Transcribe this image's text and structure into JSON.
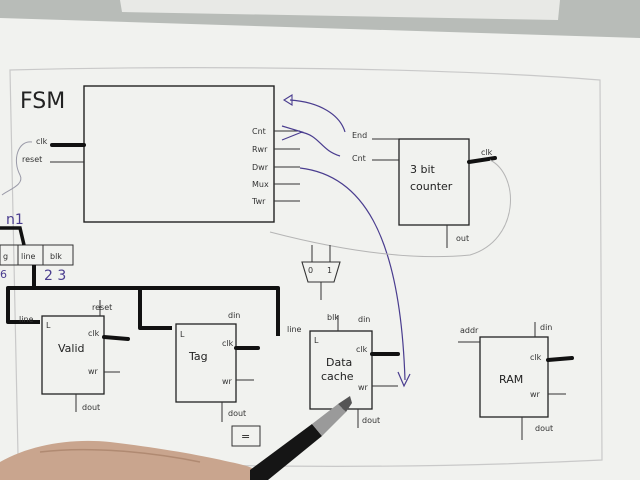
{
  "fsm": {
    "title": "FSM",
    "inputs": [
      "clk",
      "reset"
    ],
    "outputs": [
      "Cnt",
      "Rwr",
      "Dwr",
      "Mux",
      "Twr"
    ]
  },
  "counter": {
    "label_line1": "3 bit",
    "label_line2": "counter",
    "in_end": "End",
    "in_cnt": "Cnt",
    "clk": "clk",
    "out": "out"
  },
  "address_fields": [
    "g",
    "line",
    "blk"
  ],
  "handwritten": {
    "n": "n1",
    "b": "6",
    "digits": "2 3"
  },
  "mux": {
    "in0": "0",
    "in1": "1"
  },
  "valid": {
    "label": "Valid",
    "line": "line",
    "reset": "reset",
    "L": "L",
    "clk": "clk",
    "wr": "wr",
    "dout": "dout"
  },
  "tag": {
    "label": "Tag",
    "L": "L",
    "din": "din",
    "clk": "clk",
    "wr": "wr",
    "dout": "dout"
  },
  "comparator": {
    "symbol": "="
  },
  "data_cache": {
    "label_line1": "Data",
    "label_line2": "cache",
    "line": "line",
    "blk": "blk",
    "din": "din",
    "L": "L",
    "clk": "clk",
    "wr": "wr",
    "dout": "dout"
  },
  "ram": {
    "label": "RAM",
    "addr": "addr",
    "din": "din",
    "clk": "clk",
    "wr": "wr",
    "dout": "dout"
  },
  "colors": {
    "paper": "#f3f4f2",
    "ink": "#222222",
    "marker": "#111111",
    "pen": "#4a3d8f",
    "desk": "#b9bdb9"
  }
}
